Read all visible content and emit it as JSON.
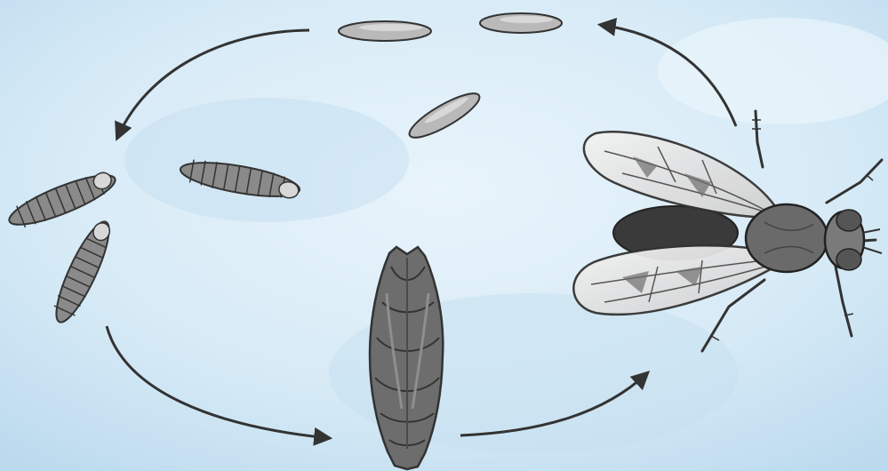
{
  "diagram": {
    "kind": "life-cycle",
    "stages": [
      "eggs",
      "larvae",
      "pupa",
      "adult-fly"
    ],
    "eggs_count": 3,
    "larvae_count": 3,
    "transitions": [
      {
        "from": "adult-fly",
        "to": "eggs"
      },
      {
        "from": "eggs",
        "to": "larvae"
      },
      {
        "from": "larvae",
        "to": "pupa"
      },
      {
        "from": "pupa",
        "to": "adult-fly"
      }
    ],
    "colors": {
      "background": "#cfe6f4",
      "background_light": "#e9f4fb",
      "ink": "#333333",
      "body_gray": "#6d6d6d",
      "light_gray": "#b9b9b9",
      "wing": "#e6e6e6"
    }
  }
}
